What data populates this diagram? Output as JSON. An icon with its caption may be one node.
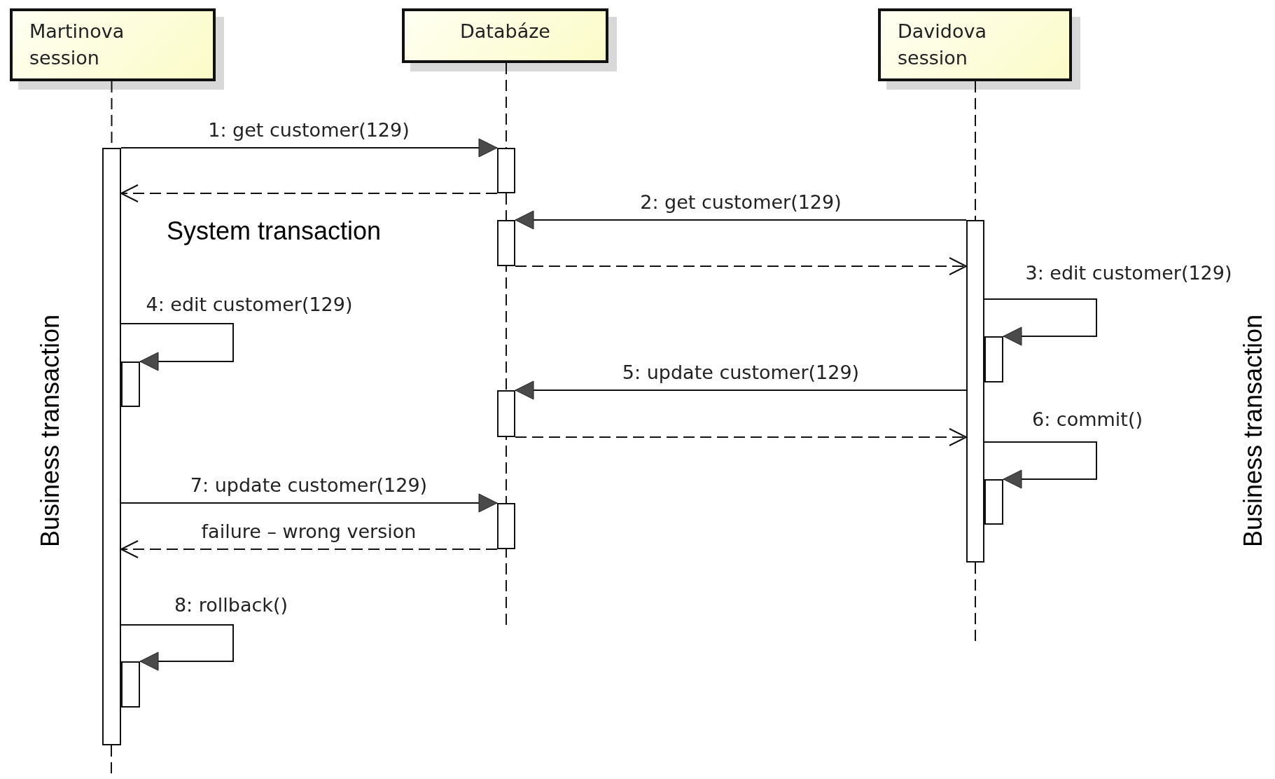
{
  "diagram": {
    "nodes": [
      {
        "text": [
          "Martinova session"
        ]
      },
      {
        "text": [
          "Databáze"
        ]
      },
      {
        "text": [
          "Davidova session"
        ]
      },
      {
        "text": [],
        "shape": "bar"
      },
      {
        "text": [],
        "shape": "bar"
      },
      {
        "text": [],
        "shape": "bar"
      },
      {
        "text": [],
        "shape": "bar"
      },
      {
        "text": [],
        "shape": "bar"
      },
      {
        "text": [],
        "shape": "bar"
      },
      {
        "text": [],
        "shape": "bar"
      },
      {
        "text": [],
        "shape": "bar"
      },
      {
        "text": [],
        "shape": "bar"
      },
      {
        "text": [],
        "shape": "bar"
      }
    ],
    "edges": [
      {
        "from": 0,
        "to": 3,
        "arrow": "none",
        "style": "dashed"
      },
      {
        "from": 1,
        "to": 4,
        "arrow": "none",
        "style": "dashed"
      },
      {
        "from": 2,
        "to": 5,
        "arrow": "none",
        "style": "dashed"
      },
      {
        "from": 3,
        "to": 4,
        "arrow": "to",
        "label": "1: get customer(129)"
      },
      {
        "from": 4,
        "to": 3,
        "arrow": "to",
        "style": "dashed"
      },
      {
        "from": 5,
        "to": 6,
        "arrow": "to",
        "label": "2: get customer(129)"
      },
      {
        "from": 6,
        "to": 5,
        "arrow": "to",
        "style": "dashed"
      },
      {
        "from": 5,
        "to": 7,
        "arrow": "to",
        "label": "3: edit customer(129)"
      },
      {
        "from": 3,
        "to": 8,
        "arrow": "to",
        "label": "4: edit customer(129)"
      },
      {
        "from": 5,
        "to": 9,
        "arrow": "to",
        "label": "5: update customer(129)"
      },
      {
        "from": 9,
        "to": 5,
        "arrow": "to",
        "style": "dashed"
      },
      {
        "from": 5,
        "to": 10,
        "arrow": "to",
        "label": "6: commit()"
      },
      {
        "from": 3,
        "to": 11,
        "arrow": "to",
        "label": "7: update customer(129)"
      },
      {
        "from": 11,
        "to": 3,
        "arrow": "to",
        "style": "dashed",
        "label": "failure – wrong version"
      },
      {
        "from": 3,
        "to": 12,
        "arrow": "to",
        "label": "8: rollback()"
      }
    ],
    "labels": [
      "System transaction",
      "Business transaction",
      "Business transaction"
    ]
  }
}
